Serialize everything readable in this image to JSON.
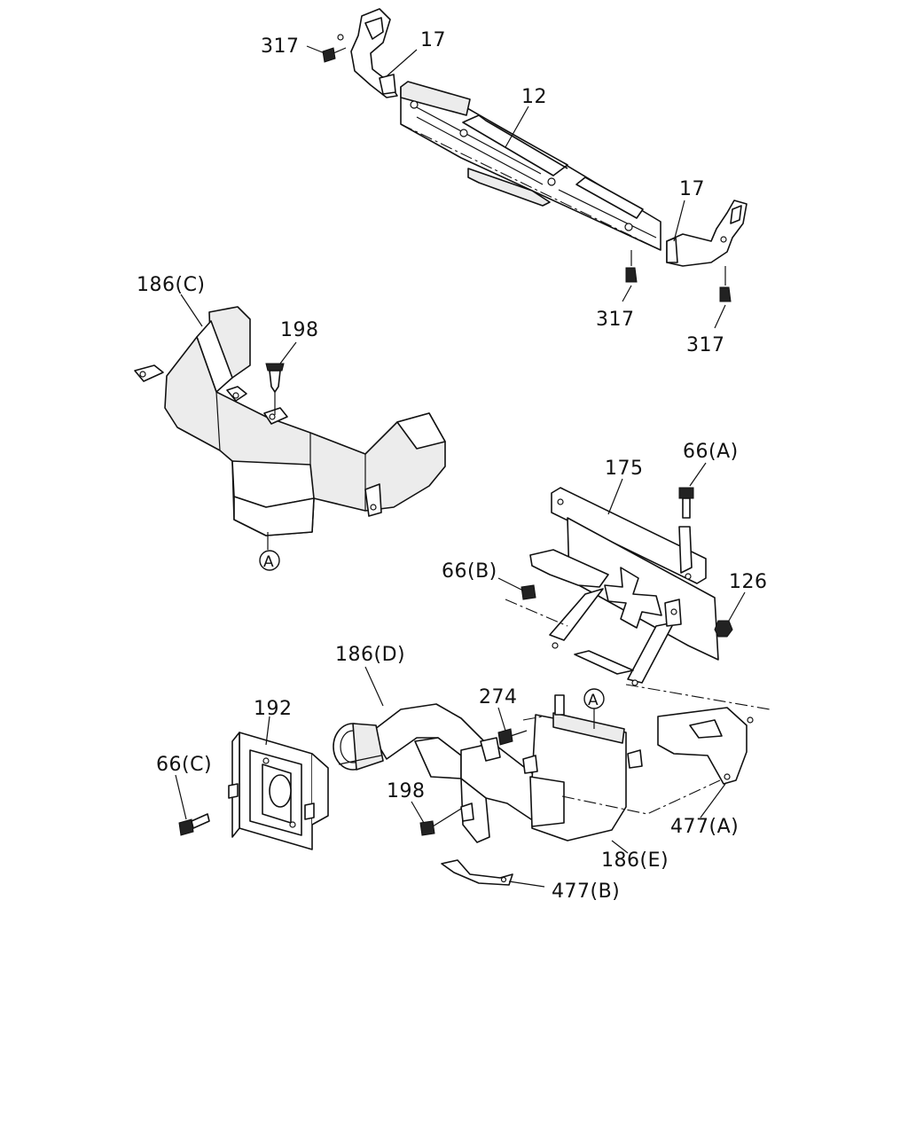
{
  "callouts": {
    "c_317_a": "317",
    "c_17_a": "17",
    "c_12": "12",
    "c_17_b": "17",
    "c_317_b": "317",
    "c_317_c": "317",
    "c_186c": "186(C)",
    "c_198_a": "198",
    "c_ref_a1": "A",
    "c_175": "175",
    "c_66a": "66(A)",
    "c_66b": "66(B)",
    "c_126": "126",
    "c_186d": "186(D)",
    "c_274": "274",
    "c_ref_a2": "A",
    "c_192": "192",
    "c_66c": "66(C)",
    "c_198_b": "198",
    "c_477a": "477(A)",
    "c_186e": "186(E)",
    "c_477b": "477(B)"
  }
}
